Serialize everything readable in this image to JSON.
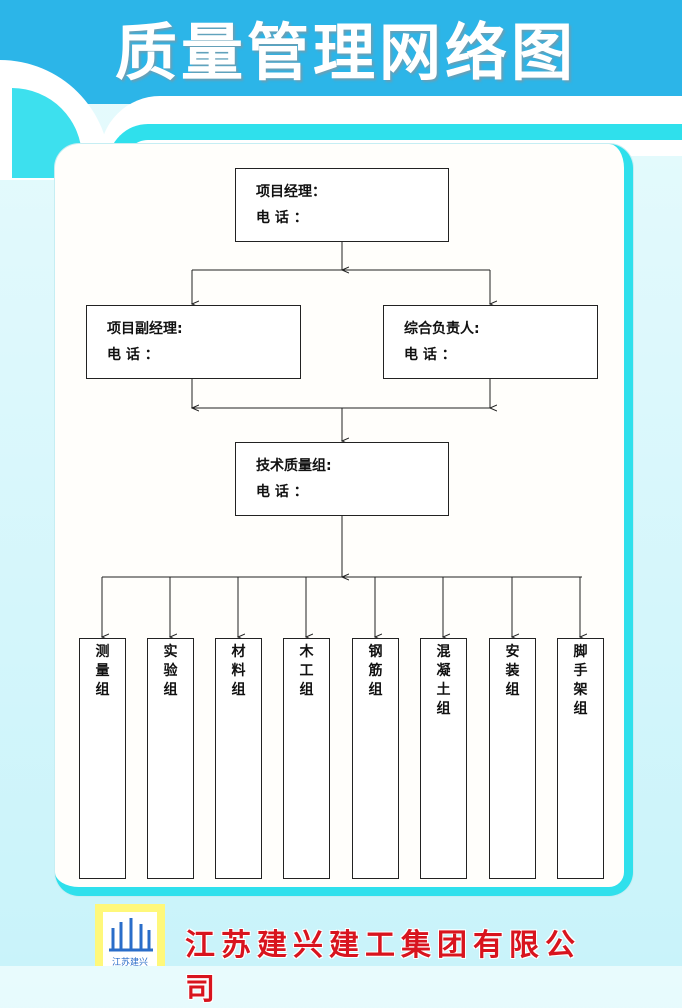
{
  "header": {
    "title": "质量管理网络图"
  },
  "chart": {
    "top": {
      "role": "项目经理：",
      "phone": "电 话 ："
    },
    "left": {
      "role": "项目副经理:",
      "phone": "电 话 ："
    },
    "right": {
      "role": "综合负责人:",
      "phone": "电 话 ："
    },
    "middle": {
      "role": "技术质量组:",
      "phone": "电 话 ："
    },
    "teams": [
      "测量组",
      "实验组",
      "材料组",
      "木工组",
      "钢筋组",
      "混凝土组",
      "安装组",
      "脚手架组"
    ]
  },
  "footer": {
    "company": "江苏建兴建工集团有限公司",
    "logo_text": "江苏建兴"
  },
  "colors": {
    "header": "#2cb5e8",
    "accent": "#2fe0ec",
    "company": "#d8141e"
  }
}
